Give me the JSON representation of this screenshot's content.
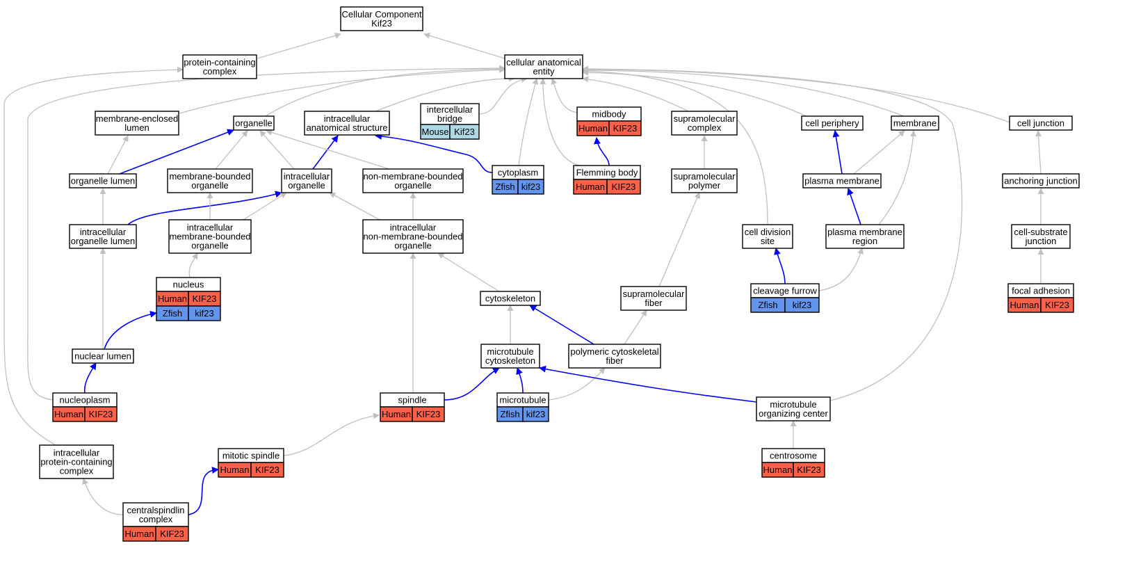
{
  "colors": {
    "human": "#fa6148",
    "zfish": "#6495ed",
    "mouse": "#add8e6",
    "is_a_edge": "#c0c0c0",
    "part_of_edge": "#0000ff"
  },
  "nodes": [
    {
      "id": "root",
      "lines": [
        "Cellular Component",
        "Kif23"
      ],
      "annotations": []
    },
    {
      "id": "protein_complex",
      "lines": [
        "protein-containing",
        "complex"
      ],
      "annotations": []
    },
    {
      "id": "cae",
      "lines": [
        "cellular anatomical",
        "entity"
      ],
      "annotations": []
    },
    {
      "id": "mem_lumen",
      "lines": [
        "membrane-enclosed",
        "lumen"
      ],
      "annotations": []
    },
    {
      "id": "organelle",
      "lines": [
        "organelle"
      ],
      "annotations": []
    },
    {
      "id": "ias",
      "lines": [
        "intracellular",
        "anatomical structure"
      ],
      "annotations": []
    },
    {
      "id": "icbridge",
      "lines": [
        "intercellular",
        "bridge"
      ],
      "annotations": [
        {
          "species": "Mouse",
          "gene": "Kif23",
          "color": "mouse"
        }
      ]
    },
    {
      "id": "midbody",
      "lines": [
        "midbody"
      ],
      "annotations": [
        {
          "species": "Human",
          "gene": "KIF23",
          "color": "human"
        }
      ]
    },
    {
      "id": "supra_complex",
      "lines": [
        "supramolecular",
        "complex"
      ],
      "annotations": []
    },
    {
      "id": "cell_periphery",
      "lines": [
        "cell periphery"
      ],
      "annotations": []
    },
    {
      "id": "membrane",
      "lines": [
        "membrane"
      ],
      "annotations": []
    },
    {
      "id": "cell_junction",
      "lines": [
        "cell junction"
      ],
      "annotations": []
    },
    {
      "id": "org_lumen",
      "lines": [
        "organelle lumen"
      ],
      "annotations": []
    },
    {
      "id": "mb_org",
      "lines": [
        "membrane-bounded",
        "organelle"
      ],
      "annotations": []
    },
    {
      "id": "ic_org",
      "lines": [
        "intracellular",
        "organelle"
      ],
      "annotations": []
    },
    {
      "id": "nmb_org",
      "lines": [
        "non-membrane-bounded",
        "organelle"
      ],
      "annotations": []
    },
    {
      "id": "cytoplasm",
      "lines": [
        "cytoplasm"
      ],
      "annotations": [
        {
          "species": "Zfish",
          "gene": "kif23",
          "color": "zfish"
        }
      ]
    },
    {
      "id": "flemming",
      "lines": [
        "Flemming body"
      ],
      "annotations": [
        {
          "species": "Human",
          "gene": "KIF23",
          "color": "human"
        }
      ]
    },
    {
      "id": "supra_polymer",
      "lines": [
        "supramolecular",
        "polymer"
      ],
      "annotations": []
    },
    {
      "id": "plasma_mem",
      "lines": [
        "plasma membrane"
      ],
      "annotations": []
    },
    {
      "id": "anch_junction",
      "lines": [
        "anchoring junction"
      ],
      "annotations": []
    },
    {
      "id": "ic_org_lumen",
      "lines": [
        "intracellular",
        "organelle lumen"
      ],
      "annotations": []
    },
    {
      "id": "ic_mb_org",
      "lines": [
        "intracellular",
        "membrane-bounded",
        "organelle"
      ],
      "annotations": []
    },
    {
      "id": "ic_nmb_org",
      "lines": [
        "intracellular",
        "non-membrane-bounded",
        "organelle"
      ],
      "annotations": []
    },
    {
      "id": "cds",
      "lines": [
        "cell division",
        "site"
      ],
      "annotations": []
    },
    {
      "id": "pm_region",
      "lines": [
        "plasma membrane",
        "region"
      ],
      "annotations": []
    },
    {
      "id": "cs_junction",
      "lines": [
        "cell-substrate",
        "junction"
      ],
      "annotations": []
    },
    {
      "id": "nucleus",
      "lines": [
        "nucleus"
      ],
      "annotations": [
        {
          "species": "Human",
          "gene": "KIF23",
          "color": "human"
        },
        {
          "species": "Zfish",
          "gene": "kif23",
          "color": "zfish"
        }
      ]
    },
    {
      "id": "cytoskeleton",
      "lines": [
        "cytoskeleton"
      ],
      "annotations": []
    },
    {
      "id": "supra_fiber",
      "lines": [
        "supramolecular",
        "fiber"
      ],
      "annotations": []
    },
    {
      "id": "cleavage",
      "lines": [
        "cleavage furrow"
      ],
      "annotations": [
        {
          "species": "Zfish",
          "gene": "kif23",
          "color": "zfish"
        }
      ]
    },
    {
      "id": "focal",
      "lines": [
        "focal adhesion"
      ],
      "annotations": [
        {
          "species": "Human",
          "gene": "KIF23",
          "color": "human"
        }
      ]
    },
    {
      "id": "nuc_lumen",
      "lines": [
        "nuclear lumen"
      ],
      "annotations": []
    },
    {
      "id": "mt_cytoskeleton",
      "lines": [
        "microtubule",
        "cytoskeleton"
      ],
      "annotations": []
    },
    {
      "id": "poly_fiber",
      "lines": [
        "polymeric cytoskeletal",
        "fiber"
      ],
      "annotations": []
    },
    {
      "id": "nucleoplasm",
      "lines": [
        "nucleoplasm"
      ],
      "annotations": [
        {
          "species": "Human",
          "gene": "KIF23",
          "color": "human"
        }
      ]
    },
    {
      "id": "spindle",
      "lines": [
        "spindle"
      ],
      "annotations": [
        {
          "species": "Human",
          "gene": "KIF23",
          "color": "human"
        }
      ]
    },
    {
      "id": "microtubule",
      "lines": [
        "microtubule"
      ],
      "annotations": [
        {
          "species": "Zfish",
          "gene": "kif23",
          "color": "zfish"
        }
      ]
    },
    {
      "id": "mtoc",
      "lines": [
        "microtubule",
        "organizing center"
      ],
      "annotations": []
    },
    {
      "id": "ic_pc",
      "lines": [
        "intracellular",
        "protein-containing",
        "complex"
      ],
      "annotations": []
    },
    {
      "id": "mitotic_spindle",
      "lines": [
        "mitotic spindle"
      ],
      "annotations": [
        {
          "species": "Human",
          "gene": "KIF23",
          "color": "human"
        }
      ]
    },
    {
      "id": "centrosome",
      "lines": [
        "centrosome"
      ],
      "annotations": [
        {
          "species": "Human",
          "gene": "KIF23",
          "color": "human"
        }
      ]
    },
    {
      "id": "centralspindlin",
      "lines": [
        "centralspindlin",
        "complex"
      ],
      "annotations": [
        {
          "species": "Human",
          "gene": "KIF23",
          "color": "human"
        }
      ]
    }
  ],
  "edges": [
    {
      "from": "protein_complex",
      "to": "root",
      "kind": "is_a"
    },
    {
      "from": "cae",
      "to": "root",
      "kind": "is_a"
    },
    {
      "from": "mem_lumen",
      "to": "cae",
      "kind": "is_a"
    },
    {
      "from": "organelle",
      "to": "cae",
      "kind": "is_a"
    },
    {
      "from": "ias",
      "to": "cae",
      "kind": "is_a"
    },
    {
      "from": "icbridge",
      "to": "cae",
      "kind": "is_a"
    },
    {
      "from": "midbody",
      "to": "cae",
      "kind": "is_a"
    },
    {
      "from": "supra_complex",
      "to": "cae",
      "kind": "is_a"
    },
    {
      "from": "cell_periphery",
      "to": "cae",
      "kind": "is_a"
    },
    {
      "from": "membrane",
      "to": "cae",
      "kind": "is_a"
    },
    {
      "from": "cell_junction",
      "to": "cae",
      "kind": "is_a"
    },
    {
      "from": "cytoplasm",
      "to": "cae",
      "kind": "is_a"
    },
    {
      "from": "flemming",
      "to": "cae",
      "kind": "is_a"
    },
    {
      "from": "cds",
      "to": "cae",
      "kind": "is_a"
    },
    {
      "from": "mtoc",
      "to": "cae",
      "kind": "is_a"
    },
    {
      "from": "nucleoplasm",
      "to": "cae",
      "kind": "is_a"
    },
    {
      "from": "ic_pc",
      "to": "protein_complex",
      "kind": "is_a"
    },
    {
      "from": "org_lumen",
      "to": "mem_lumen",
      "kind": "is_a"
    },
    {
      "from": "org_lumen",
      "to": "organelle",
      "kind": "part_of"
    },
    {
      "from": "mb_org",
      "to": "organelle",
      "kind": "is_a"
    },
    {
      "from": "ic_org",
      "to": "organelle",
      "kind": "is_a"
    },
    {
      "from": "ic_org",
      "to": "ias",
      "kind": "part_of"
    },
    {
      "from": "nmb_org",
      "to": "organelle",
      "kind": "is_a"
    },
    {
      "from": "cytoplasm",
      "to": "ias",
      "kind": "part_of"
    },
    {
      "from": "flemming",
      "to": "midbody",
      "kind": "part_of"
    },
    {
      "from": "supra_polymer",
      "to": "supra_complex",
      "kind": "is_a"
    },
    {
      "from": "plasma_mem",
      "to": "cell_periphery",
      "kind": "part_of"
    },
    {
      "from": "plasma_mem",
      "to": "membrane",
      "kind": "is_a"
    },
    {
      "from": "pm_region",
      "to": "membrane",
      "kind": "is_a"
    },
    {
      "from": "pm_region",
      "to": "plasma_mem",
      "kind": "part_of"
    },
    {
      "from": "anch_junction",
      "to": "cell_junction",
      "kind": "is_a"
    },
    {
      "from": "cs_junction",
      "to": "anch_junction",
      "kind": "is_a"
    },
    {
      "from": "focal",
      "to": "cs_junction",
      "kind": "is_a"
    },
    {
      "from": "ic_org_lumen",
      "to": "org_lumen",
      "kind": "is_a"
    },
    {
      "from": "ic_org_lumen",
      "to": "ic_org",
      "kind": "part_of"
    },
    {
      "from": "ic_mb_org",
      "to": "mb_org",
      "kind": "is_a"
    },
    {
      "from": "ic_mb_org",
      "to": "ic_org",
      "kind": "is_a"
    },
    {
      "from": "ic_nmb_org",
      "to": "ic_org",
      "kind": "is_a"
    },
    {
      "from": "ic_nmb_org",
      "to": "nmb_org",
      "kind": "is_a"
    },
    {
      "from": "nucleus",
      "to": "ic_mb_org",
      "kind": "is_a"
    },
    {
      "from": "nuc_lumen",
      "to": "ic_org_lumen",
      "kind": "is_a"
    },
    {
      "from": "nuc_lumen",
      "to": "nucleus",
      "kind": "part_of"
    },
    {
      "from": "nucleoplasm",
      "to": "nuc_lumen",
      "kind": "part_of"
    },
    {
      "from": "cytoskeleton",
      "to": "ic_nmb_org",
      "kind": "is_a"
    },
    {
      "from": "spindle",
      "to": "ic_nmb_org",
      "kind": "is_a"
    },
    {
      "from": "mt_cytoskeleton",
      "to": "cytoskeleton",
      "kind": "is_a"
    },
    {
      "from": "poly_fiber",
      "to": "cytoskeleton",
      "kind": "part_of"
    },
    {
      "from": "poly_fiber",
      "to": "supra_fiber",
      "kind": "is_a"
    },
    {
      "from": "supra_fiber",
      "to": "supra_polymer",
      "kind": "is_a"
    },
    {
      "from": "spindle",
      "to": "mt_cytoskeleton",
      "kind": "part_of"
    },
    {
      "from": "microtubule",
      "to": "mt_cytoskeleton",
      "kind": "part_of"
    },
    {
      "from": "microtubule",
      "to": "poly_fiber",
      "kind": "is_a"
    },
    {
      "from": "mtoc",
      "to": "mt_cytoskeleton",
      "kind": "part_of"
    },
    {
      "from": "centrosome",
      "to": "mtoc",
      "kind": "is_a"
    },
    {
      "from": "mitotic_spindle",
      "to": "spindle",
      "kind": "is_a"
    },
    {
      "from": "centralspindlin",
      "to": "ic_pc",
      "kind": "is_a"
    },
    {
      "from": "centralspindlin",
      "to": "mitotic_spindle",
      "kind": "part_of"
    },
    {
      "from": "cds",
      "to": "cleavage",
      "kind": "part_of_reverse"
    },
    {
      "from": "cleavage",
      "to": "pm_region",
      "kind": "is_a"
    }
  ]
}
